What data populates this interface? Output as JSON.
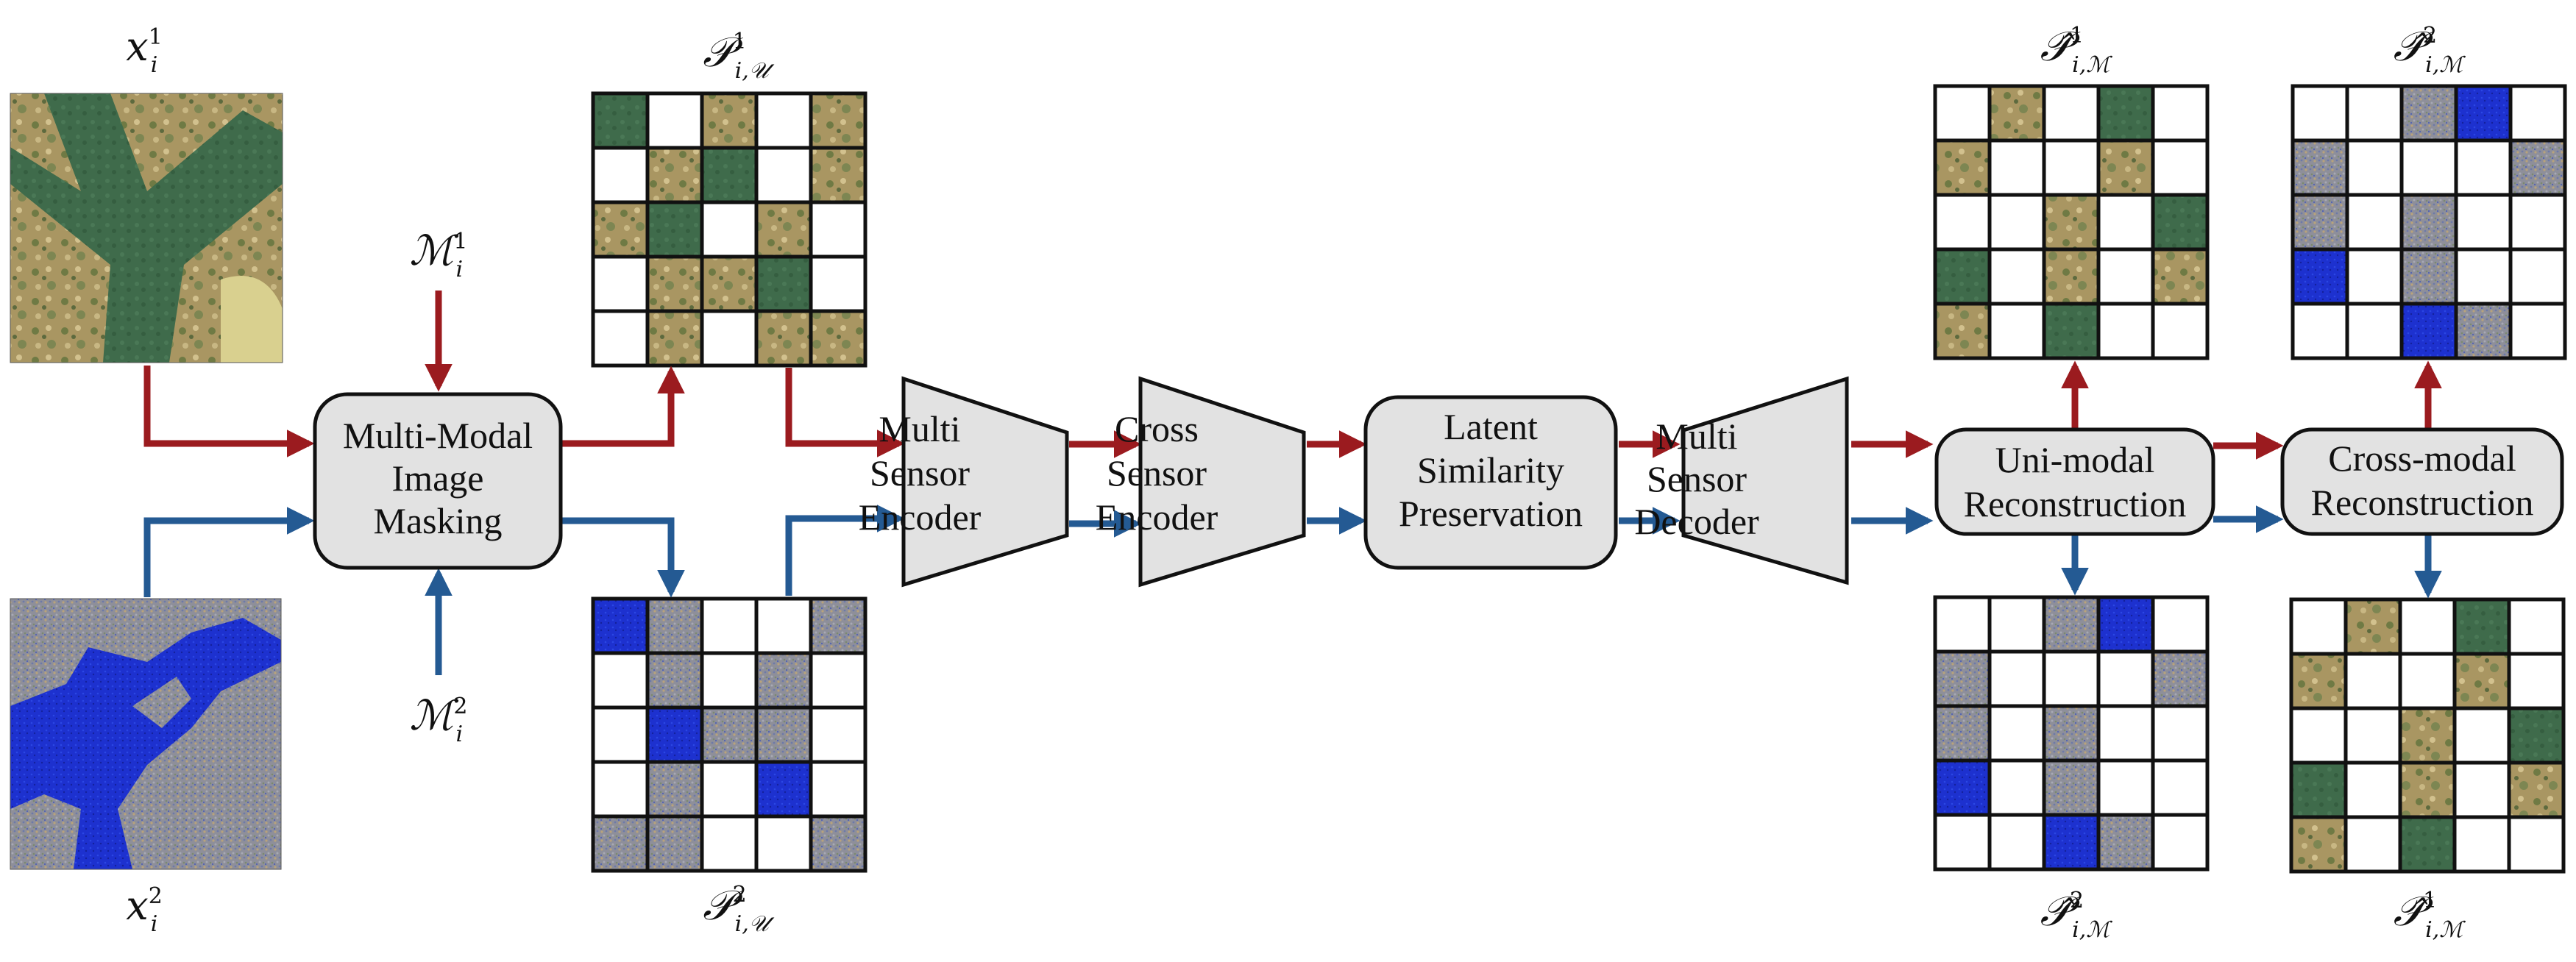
{
  "colors": {
    "red_arrow": "#9b1b1f",
    "blue_arrow": "#245a93",
    "box_fill": "#e2e2e2",
    "sar_blue": "#1c2fd1",
    "sar_speckle": "#8f8f98",
    "optical_green": "#3f6b45",
    "optical_tan": "#b7a06c"
  },
  "labels": {
    "x1": {
      "base": "x",
      "sup": "1",
      "sub": "i"
    },
    "x2": {
      "base": "x",
      "sup": "2",
      "sub": "i"
    },
    "m1": {
      "base": "ℳ",
      "sup": "1",
      "sub": "i"
    },
    "m2": {
      "base": "ℳ",
      "sup": "2",
      "sub": "i"
    },
    "p1u": {
      "base": "𝒫",
      "sup": "1",
      "sub": "i,𝒰"
    },
    "p2u": {
      "base": "𝒫",
      "sup": "2",
      "sub": "i,𝒰"
    },
    "ph1m_top": {
      "base": "𝒫̂",
      "sup": "1",
      "sub": "i,ℳ"
    },
    "ph2m_top": {
      "base": "𝒫̂",
      "sup": "2",
      "sub": "i,ℳ"
    },
    "ph2m_bot": {
      "base": "𝒫̂",
      "sup": "2",
      "sub": "i,ℳ"
    },
    "ph1m_bot": {
      "base": "𝒫̂",
      "sup": "1",
      "sub": "i,ℳ"
    }
  },
  "blocks": {
    "masking": [
      "Multi-Modal",
      "Image",
      "Masking"
    ],
    "encoder": [
      "Multi",
      "Sensor",
      "Encoder"
    ],
    "cross_encoder": [
      "Cross",
      "Sensor",
      "Encoder"
    ],
    "latent": [
      "Latent",
      "Similarity",
      "Preservation"
    ],
    "decoder": [
      "Multi",
      "Sensor",
      "Decoder"
    ],
    "uni_recon": [
      "Uni-modal",
      "Reconstruction"
    ],
    "cross_recon": [
      "Cross-modal",
      "Reconstruction"
    ]
  },
  "grids": {
    "p1u": {
      "modality": "optical",
      "cells": [
        "1,0,1,0,1",
        "0,1,1,0,1",
        "1,1,0,1,0",
        "0,1,1,1,0",
        "0,1,0,1,1"
      ]
    },
    "p2u": {
      "modality": "sar",
      "cells": [
        "1,1,0,0,1",
        "0,1,0,1,0",
        "0,1,1,1,0",
        "0,1,0,1,0",
        "1,1,0,0,1"
      ]
    },
    "ph1m_top": {
      "modality": "optical",
      "cells": [
        "0,1,0,1,0",
        "1,0,0,1,0",
        "0,0,1,0,1",
        "1,0,1,0,1",
        "1,0,1,0,0"
      ]
    },
    "ph2m_top": {
      "modality": "sar",
      "cells": [
        "0,0,1,1,0",
        "1,0,0,0,1",
        "1,0,1,0,0",
        "1,0,1,0,0",
        "0,0,1,1,0"
      ]
    },
    "ph2m_bot": {
      "modality": "sar",
      "cells": [
        "0,0,1,1,0",
        "1,0,0,0,1",
        "1,0,1,0,0",
        "1,0,1,0,0",
        "0,0,1,1,0"
      ]
    },
    "ph1m_bot": {
      "modality": "optical",
      "cells": [
        "0,1,0,1,0",
        "1,0,0,1,0",
        "0,0,1,0,1",
        "1,0,1,0,1",
        "1,0,1,0,0"
      ]
    }
  }
}
